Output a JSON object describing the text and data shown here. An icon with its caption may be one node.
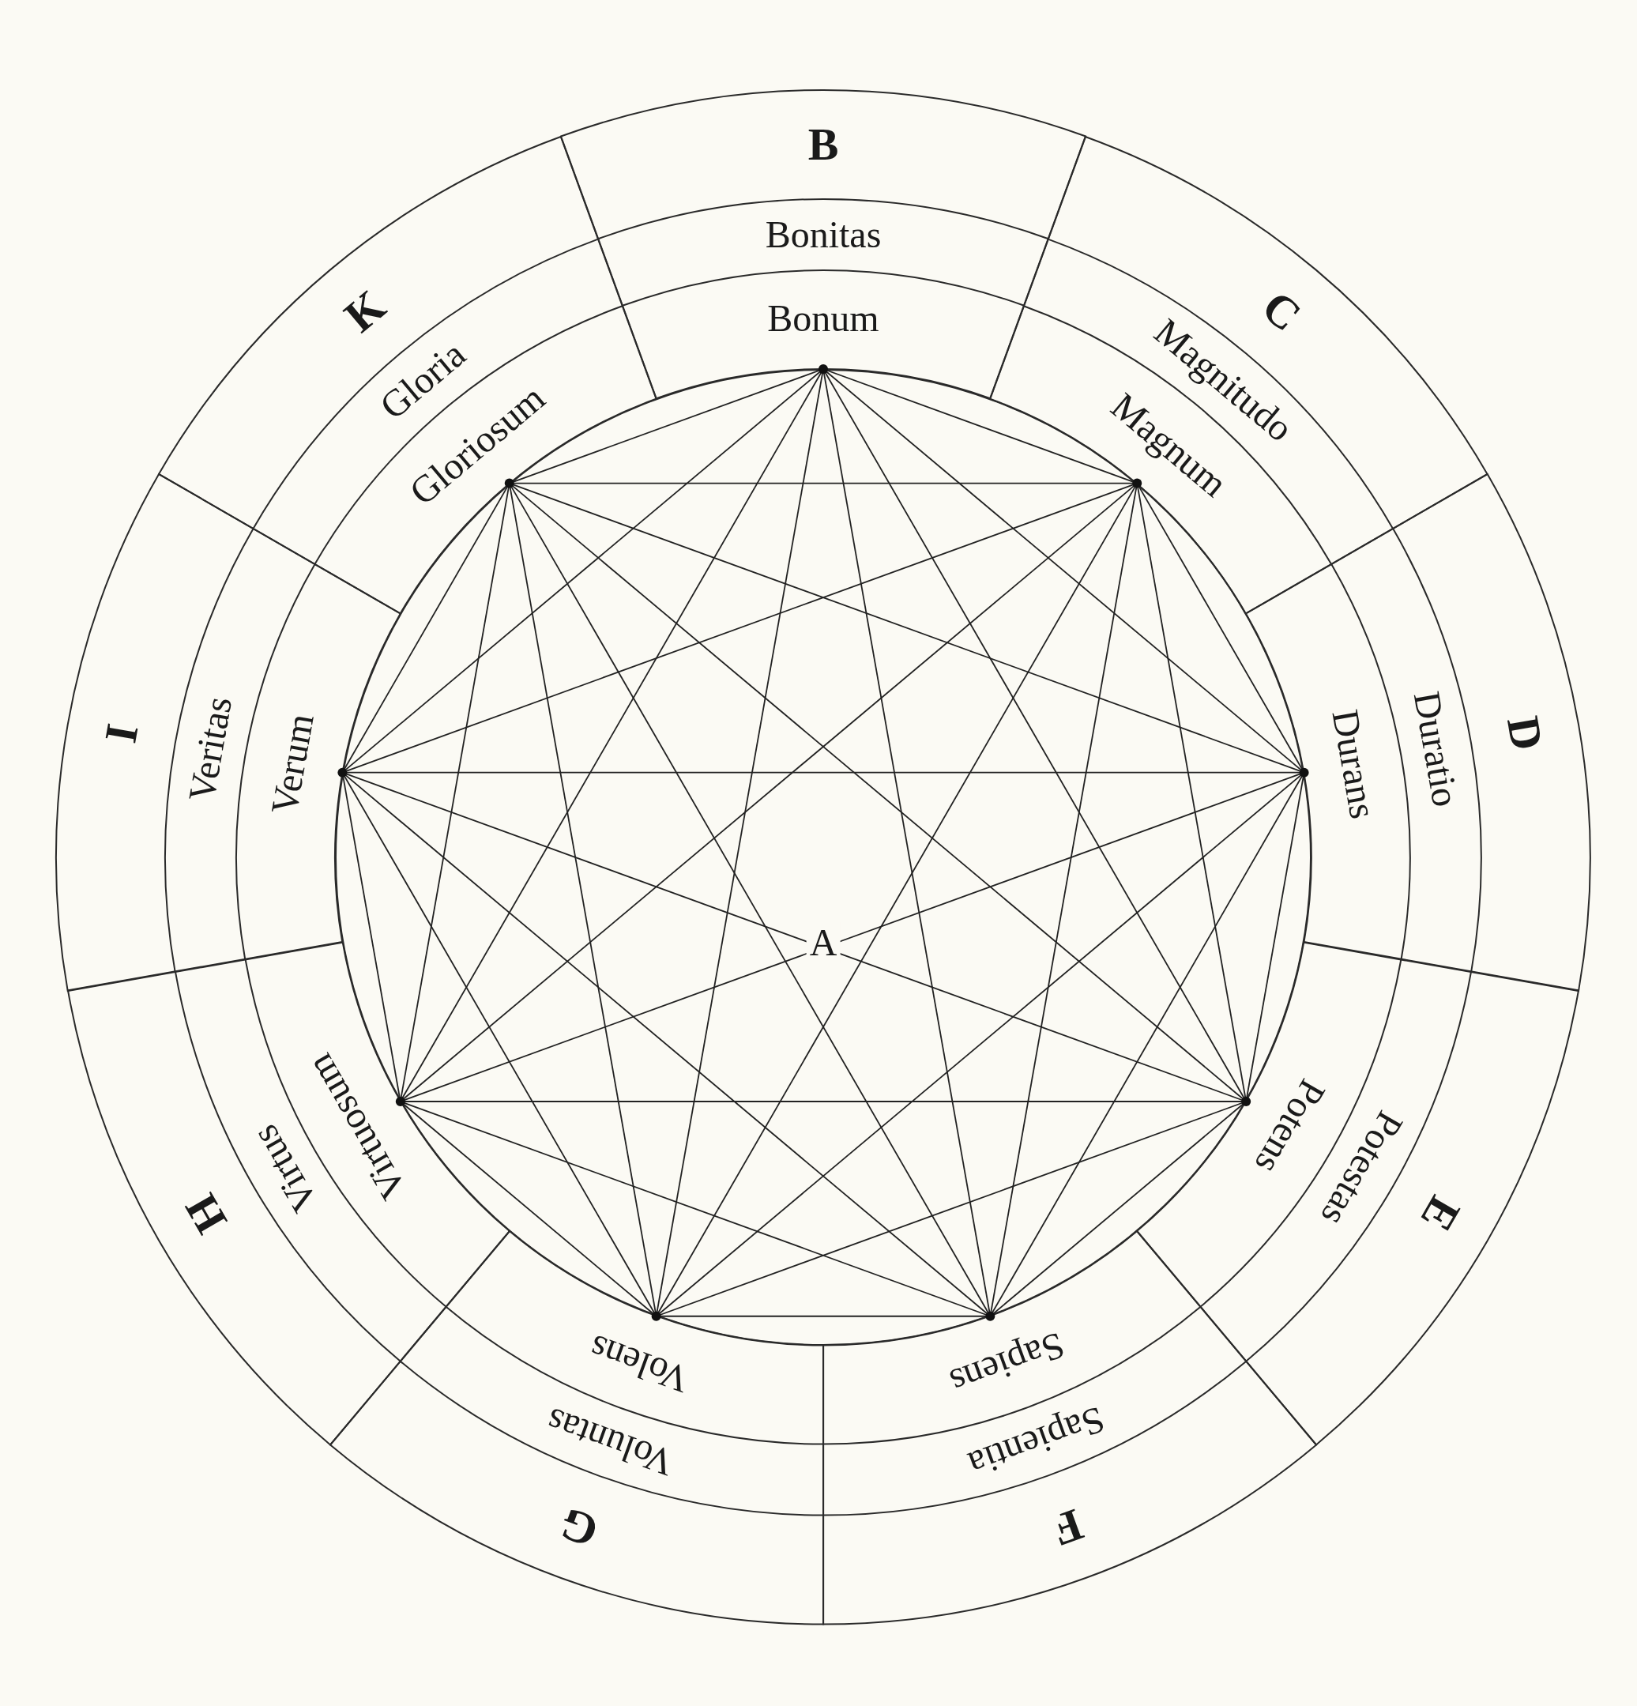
{
  "diagram": {
    "nodes": [
      {
        "text": [
          "B",
          "Bonitas",
          "Bonum"
        ]
      },
      {
        "text": [
          "C",
          "Magnitudo",
          "Magnum"
        ]
      },
      {
        "text": [
          "D",
          "Duratio",
          "Durans"
        ]
      },
      {
        "text": [
          "E",
          "Potestas",
          "Potens"
        ]
      },
      {
        "text": [
          "F",
          "Sapientia",
          "Sapiens"
        ]
      },
      {
        "text": [
          "G",
          "Voluntas",
          "Volens"
        ]
      },
      {
        "text": [
          "H",
          "Virtus",
          "Virtuosum"
        ]
      },
      {
        "text": [
          "I",
          "Veritas",
          "Verum"
        ]
      },
      {
        "text": [
          "K",
          "Gloria",
          "Gloriosum"
        ]
      }
    ],
    "labels": [
      "A"
    ],
    "edges": [
      {
        "from": 0,
        "to": 1,
        "arrow": "none"
      },
      {
        "from": 0,
        "to": 2,
        "arrow": "none"
      },
      {
        "from": 0,
        "to": 3,
        "arrow": "none"
      },
      {
        "from": 0,
        "to": 4,
        "arrow": "none"
      },
      {
        "from": 0,
        "to": 5,
        "arrow": "none"
      },
      {
        "from": 0,
        "to": 6,
        "arrow": "none"
      },
      {
        "from": 0,
        "to": 7,
        "arrow": "none"
      },
      {
        "from": 0,
        "to": 8,
        "arrow": "none"
      },
      {
        "from": 1,
        "to": 2,
        "arrow": "none"
      },
      {
        "from": 1,
        "to": 3,
        "arrow": "none"
      },
      {
        "from": 1,
        "to": 4,
        "arrow": "none"
      },
      {
        "from": 1,
        "to": 5,
        "arrow": "none"
      },
      {
        "from": 1,
        "to": 6,
        "arrow": "none"
      },
      {
        "from": 1,
        "to": 7,
        "arrow": "none"
      },
      {
        "from": 1,
        "to": 8,
        "arrow": "none"
      },
      {
        "from": 2,
        "to": 3,
        "arrow": "none"
      },
      {
        "from": 2,
        "to": 4,
        "arrow": "none"
      },
      {
        "from": 2,
        "to": 5,
        "arrow": "none"
      },
      {
        "from": 2,
        "to": 6,
        "arrow": "none"
      },
      {
        "from": 2,
        "to": 7,
        "arrow": "none"
      },
      {
        "from": 2,
        "to": 8,
        "arrow": "none"
      },
      {
        "from": 3,
        "to": 4,
        "arrow": "none"
      },
      {
        "from": 3,
        "to": 5,
        "arrow": "none"
      },
      {
        "from": 3,
        "to": 6,
        "arrow": "none"
      },
      {
        "from": 3,
        "to": 7,
        "arrow": "none"
      },
      {
        "from": 3,
        "to": 8,
        "arrow": "none"
      },
      {
        "from": 4,
        "to": 5,
        "arrow": "none"
      },
      {
        "from": 4,
        "to": 6,
        "arrow": "none"
      },
      {
        "from": 4,
        "to": 7,
        "arrow": "none"
      },
      {
        "from": 4,
        "to": 8,
        "arrow": "none"
      },
      {
        "from": 5,
        "to": 6,
        "arrow": "none"
      },
      {
        "from": 5,
        "to": 7,
        "arrow": "none"
      },
      {
        "from": 5,
        "to": 8,
        "arrow": "none"
      },
      {
        "from": 6,
        "to": 7,
        "arrow": "none"
      },
      {
        "from": 6,
        "to": 8,
        "arrow": "none"
      },
      {
        "from": 7,
        "to": 8,
        "arrow": "none"
      }
    ]
  }
}
